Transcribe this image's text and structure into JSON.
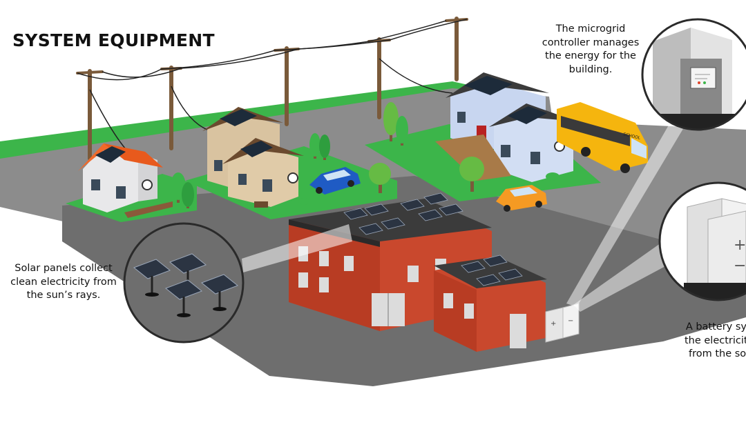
{
  "title": "SYSTEM EQUIPMENT",
  "callouts": {
    "solar": "Solar panels collect\nclean electricity from\nthe sun’s rays.",
    "microgrid": "The microgrid\ncontroller manages\nthe energy for the\nbuilding.",
    "battery": "A battery syste\nthe electricity g\nfrom the solar"
  },
  "labels": {
    "bus": "SCHOOL"
  },
  "colors": {
    "grass": "#3cb54a",
    "road": "#8c8c8c",
    "plaza": "#6e6e6e",
    "brick": "#c9482d",
    "roof": "#3b3b3b",
    "bus": "#f5b50e",
    "car_blue": "#1f5bc4",
    "car_orange": "#f59a23"
  }
}
